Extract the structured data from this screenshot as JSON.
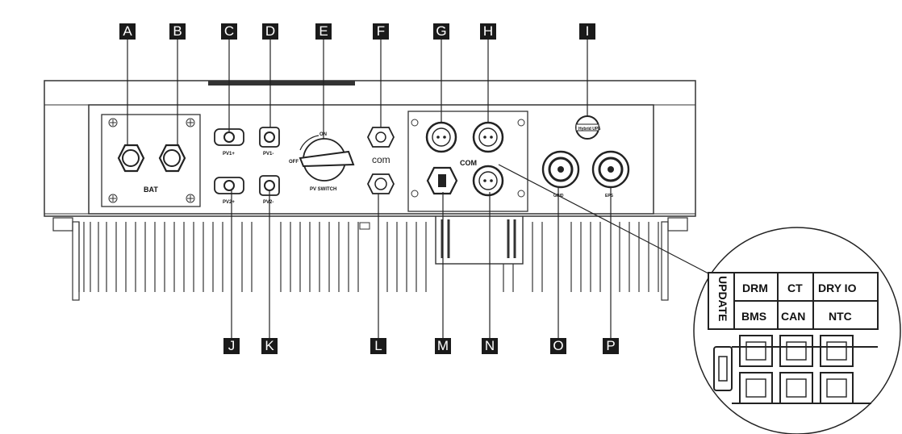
{
  "callouts_top": [
    "A",
    "B",
    "C",
    "D",
    "E",
    "F",
    "G",
    "H",
    "I"
  ],
  "callouts_bottom": [
    "J",
    "K",
    "L",
    "M",
    "N",
    "O",
    "P"
  ],
  "panel_labels": {
    "bat": "BAT",
    "pv1_top": "PV1+",
    "pv1_minus": "PV1-",
    "pv2_plus": "PV2+",
    "pv2_minus": "PV2-",
    "switch_on": "ON",
    "switch_off": "OFF",
    "pv_switch": "PV SWITCH",
    "com_small": "com",
    "com_big": "COM",
    "hybrid": "Hybrid UPS",
    "grid": "GRID",
    "eps": "EPS"
  },
  "zoom_panel": {
    "update": "UPDATE",
    "row1": [
      "DRM",
      "CT",
      "DRY IO"
    ],
    "row2": [
      "BMS",
      "CAN",
      "NTC"
    ]
  }
}
